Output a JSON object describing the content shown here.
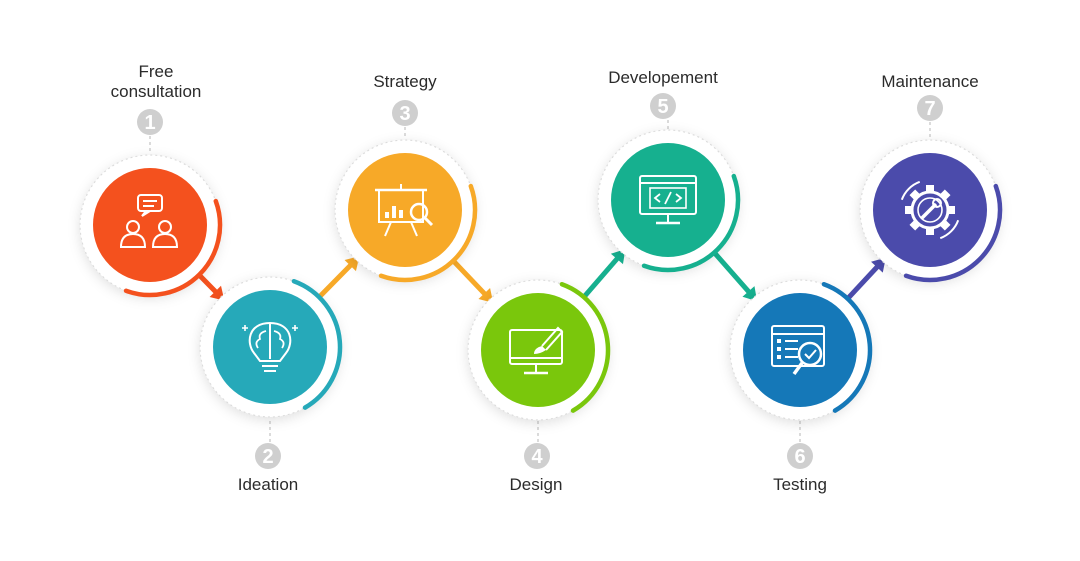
{
  "steps": [
    {
      "number": "1",
      "label_lines": [
        "Free",
        "consultation"
      ],
      "icon": "consultation-icon",
      "color": "#f4511e"
    },
    {
      "number": "2",
      "label_lines": [
        "Ideation"
      ],
      "icon": "brain-bulb-icon",
      "color": "#26a9b9"
    },
    {
      "number": "3",
      "label_lines": [
        "Strategy"
      ],
      "icon": "presentation-board-icon",
      "color": "#f7a928"
    },
    {
      "number": "4",
      "label_lines": [
        "Design"
      ],
      "icon": "monitor-brush-icon",
      "color": "#7ac70c"
    },
    {
      "number": "5",
      "label_lines": [
        "Developement"
      ],
      "icon": "code-monitor-icon",
      "color": "#16b08f"
    },
    {
      "number": "6",
      "label_lines": [
        "Testing"
      ],
      "icon": "testing-window-icon",
      "color": "#1578b8"
    },
    {
      "number": "7",
      "label_lines": [
        "Maintenance"
      ],
      "icon": "gear-wrench-icon",
      "color": "#4b4bab"
    }
  ],
  "colors": {
    "number_badge": "#cfcfcf",
    "connector": "#cfcfcf",
    "label_text": "#2b2b2b"
  }
}
